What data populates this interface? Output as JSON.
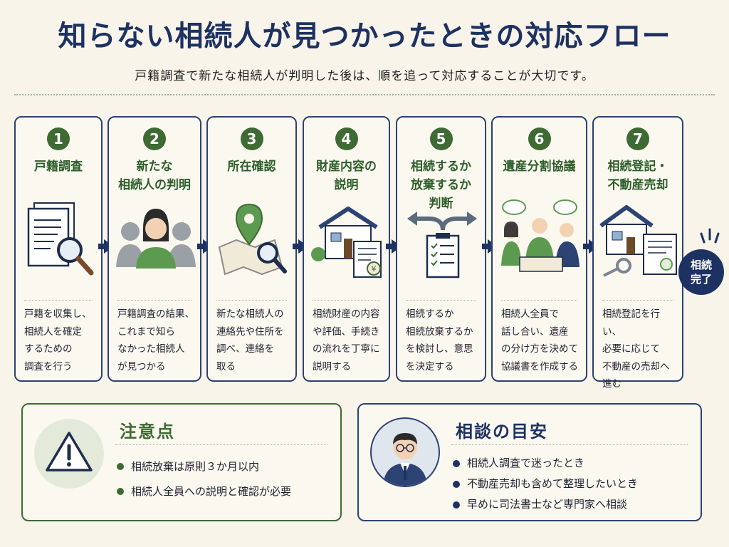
{
  "title": "知らない相続人が見つかったときの対応フロー",
  "subtitle": "戸籍調査で新たな相続人が判明した後は、順を追って対応することが大切です。",
  "steps": [
    {
      "num": "1",
      "title": "戸籍調査",
      "desc": "戸籍を収集し、\n相続人を確定\nするための\n調査を行う",
      "icon": "documents-magnifier-icon"
    },
    {
      "num": "2",
      "title": "新たな\n相続人の判明",
      "desc": "戸籍調査の結果、\nこれまで知ら\nなかった相続人\nが見つかる",
      "icon": "person-group-icon"
    },
    {
      "num": "3",
      "title": "所在確認",
      "desc": "新たな相続人の\n連絡先や住所を\n調べ、連絡を\n取る",
      "icon": "map-pin-icon"
    },
    {
      "num": "4",
      "title": "財産内容の\n説明",
      "desc": "相続財産の内容\nや評価、手続き\nの流れを丁寧に\n説明する",
      "icon": "house-document-icon"
    },
    {
      "num": "5",
      "title": "相続するか\n放棄するか\n判断",
      "desc": "相続するか\n相続放棄するか\nを検討し、意思\nを決定する",
      "icon": "fork-arrow-checklist-icon"
    },
    {
      "num": "6",
      "title": "遺産分割協議",
      "desc": "相続人全員で\n話し合い、遺産\nの分け方を決めて\n協議書を作成する",
      "icon": "meeting-icon"
    },
    {
      "num": "7",
      "title": "相続登記・\n不動産売却",
      "desc": "相続登記を行い、\n必要に応じて\n不動産の売却へ\n進む",
      "icon": "house-key-certificate-icon"
    }
  ],
  "done_label": "相続\n完了",
  "caution": {
    "title": "注意点",
    "items": [
      "相続放棄は原則３か月以内",
      "相続人全員への説明と確認が必要"
    ],
    "icon": "warning-icon"
  },
  "consult": {
    "title": "相談の目安",
    "items": [
      "相続人調査で迷ったとき",
      "不動産売却も含めて整理したいとき",
      "早めに司法書士など専門家へ相談"
    ],
    "icon": "consultant-avatar-icon"
  },
  "colors": {
    "navy": "#1d3262",
    "green": "#3e6a33",
    "background": "#f8f4ea"
  }
}
